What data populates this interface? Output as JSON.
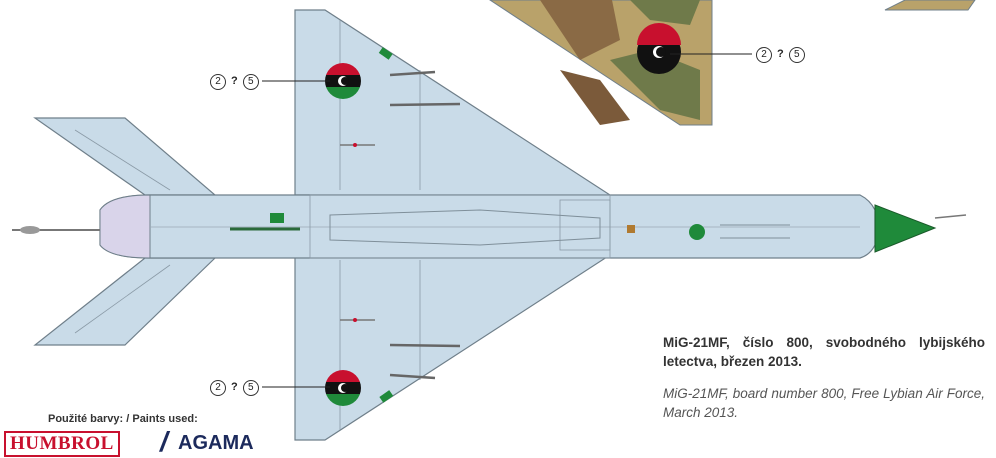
{
  "colors": {
    "airframe": "#c9dbe8",
    "outline": "#6f7f8a",
    "national_red": "#c8102e",
    "national_black": "#111111",
    "national_green": "#1f8a3a",
    "camo_tan": "#b9a26a",
    "camo_brown": "#8a6a45",
    "camo_green": "#6f7a4a",
    "brand_humbrol": "#c8102e",
    "brand_agama": "#1c2a5c"
  },
  "callouts": [
    {
      "id": "wing-top-roundel",
      "a": "2",
      "b": "?",
      "c": "5"
    },
    {
      "id": "upper-camo-roundel",
      "a": "2",
      "b": "?",
      "c": "5"
    },
    {
      "id": "wing-bottom-roundel",
      "a": "2",
      "b": "?",
      "c": "5"
    }
  ],
  "caption": {
    "cz": "MiG-21MF, číslo 800, svobodného lybijského letectva, březen 2013.",
    "en": "MiG-21MF, board number 800, Free Lybian Air Force, March 2013."
  },
  "paints": {
    "label": "Použité barvy: / Paints used:",
    "brand1": "HUMBROL",
    "separator": "/",
    "brand2": "AGAMA"
  }
}
